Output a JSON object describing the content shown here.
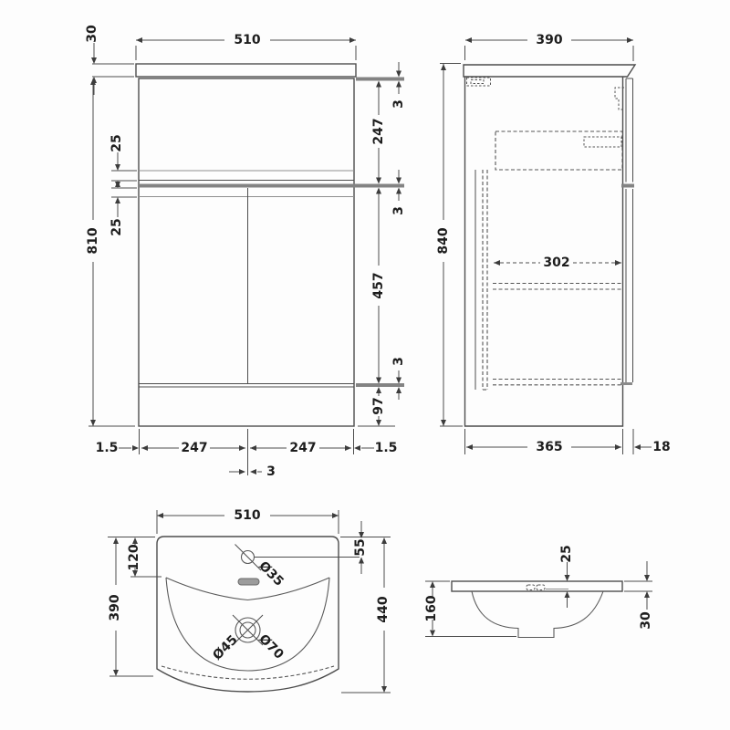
{
  "style": {
    "line_color": "#4d4d4d",
    "soft_line_color": "#8f8f8f",
    "hidden_line_color": "#555555",
    "text_color": "#1d1d1d",
    "background": "#fdfdfd"
  },
  "front_view": {
    "counter_width": "510",
    "counter_thickness": "30",
    "unit_height": "810",
    "drawer_recess": "25",
    "door_recess": "25",
    "gap_top": "3",
    "drawer_front_height": "247",
    "gap_middle": "3",
    "door_height": "457",
    "gap_bottom": "3",
    "plinth_height": "97",
    "margin_left": "1.5",
    "door_width_left": "247",
    "door_width_right": "247",
    "margin_right": "1.5",
    "center_gap": "3"
  },
  "side_view": {
    "depth": "390",
    "overall_height": "840",
    "internal_width": "302",
    "carcass_depth": "365",
    "door_thickness": "18"
  },
  "basin_plan": {
    "width": "510",
    "tap_offset_side": "120",
    "bowl_depth": "390",
    "tap_offset_back": "55",
    "overall_depth": "440",
    "tap_hole_diameter": "Ø35",
    "waste_inner_diameter": "Ø45",
    "waste_outer_diameter": "Ø70"
  },
  "basin_section": {
    "rim_thickness": "25",
    "edge_thickness": "30",
    "bowl_height": "160"
  }
}
